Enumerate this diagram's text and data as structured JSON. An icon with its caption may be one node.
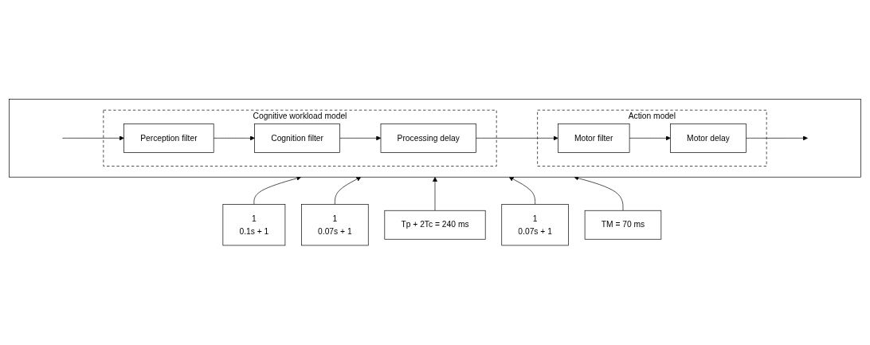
{
  "diagram": {
    "nodes": [
      {
        "text": [],
        "shape": "box"
      },
      {
        "text": [
          "Cognitive workload model"
        ],
        "in": 0
      },
      {
        "text": [
          "Perception filter"
        ],
        "in": 1
      },
      {
        "text": [
          "Cognition filter"
        ],
        "in": 1
      },
      {
        "text": [
          "Processing delay"
        ],
        "in": 1
      },
      {
        "text": [
          "Action model"
        ],
        "in": 0
      },
      {
        "text": [
          "Motor filter"
        ],
        "in": 5
      },
      {
        "text": [
          "Motor delay"
        ],
        "in": 5
      },
      {
        "text": [
          "1",
          "0.1s + 1"
        ]
      },
      {
        "text": [
          "1",
          "0.07s + 1"
        ]
      },
      {
        "text": [
          "Tp + 2Tc = 240 ms"
        ]
      },
      {
        "text": [
          "1",
          "0.07s + 1"
        ]
      },
      {
        "text": [
          "TM = 70 ms"
        ]
      }
    ],
    "edges": [
      {
        "from": null,
        "to": 2,
        "arrow": "to"
      },
      {
        "from": 2,
        "to": 3,
        "arrow": "to"
      },
      {
        "from": 3,
        "to": 4,
        "arrow": "to"
      },
      {
        "from": 4,
        "to": 6,
        "arrow": "to"
      },
      {
        "from": 6,
        "to": 7,
        "arrow": "to"
      },
      {
        "from": 7,
        "to": null,
        "arrow": "to"
      },
      {
        "from": 8,
        "to": 0,
        "arrow": "to"
      },
      {
        "from": 9,
        "to": 0,
        "arrow": "to"
      },
      {
        "from": 10,
        "to": 0,
        "arrow": "to"
      },
      {
        "from": 11,
        "to": 0,
        "arrow": "to"
      },
      {
        "from": 12,
        "to": 0,
        "arrow": "to"
      }
    ]
  }
}
